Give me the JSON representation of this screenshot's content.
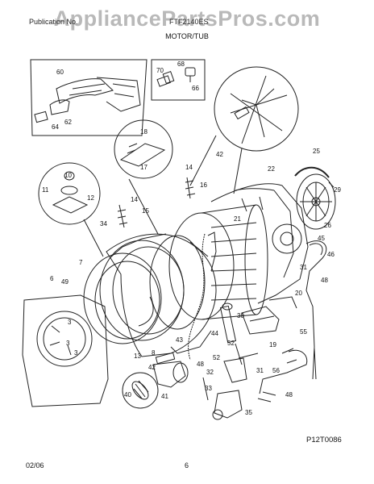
{
  "watermark": "AppliancePartsPros.com",
  "header": {
    "left": "Publication No.",
    "model": "FTF2140ES"
  },
  "subtitle": "MOTOR/TUB",
  "illustration_code": "P12T0086",
  "footer": {
    "date": "02/06",
    "page": "6"
  },
  "callouts": [
    "60",
    "62",
    "64",
    "68",
    "70",
    "66",
    "18",
    "17",
    "42",
    "14",
    "16",
    "22",
    "25",
    "29",
    "10",
    "11",
    "12",
    "14",
    "15",
    "21",
    "26",
    "34",
    "45",
    "46",
    "31",
    "7",
    "6",
    "49",
    "20",
    "48",
    "3",
    "3",
    "3",
    "30",
    "55",
    "44",
    "19",
    "13",
    "8",
    "43",
    "52",
    "42",
    "52",
    "32",
    "31",
    "40",
    "48",
    "56",
    "41",
    "33",
    "48",
    "35"
  ]
}
